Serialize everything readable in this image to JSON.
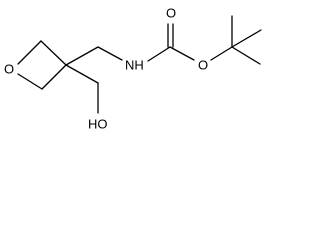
{
  "structure": {
    "atoms": {
      "ring_oxygen": "O",
      "amide_nitrogen": "NH",
      "carbonyl_oxygen": "O",
      "ester_oxygen": "O",
      "hydroxyl": "HO"
    },
    "colors": {
      "bond": "#000000",
      "label": "#000000",
      "background": "#ffffff"
    }
  }
}
